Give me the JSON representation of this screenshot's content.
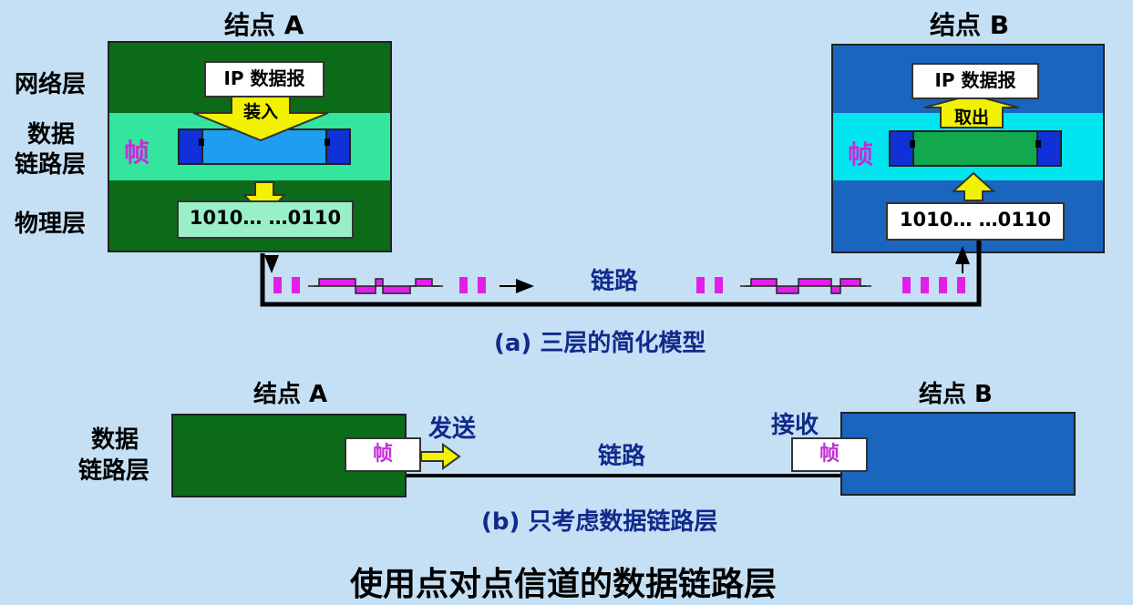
{
  "top_diagram": {
    "node_a": {
      "title": "结点 A",
      "ip_packet": "IP 数据报",
      "encapsulate": "装入",
      "frame": "帧",
      "bits": "1010…  …0110"
    },
    "node_b": {
      "title": "结点 B",
      "ip_packet": "IP 数据报",
      "extract": "取出",
      "frame": "帧",
      "bits": "1010…  …0110"
    },
    "layers": {
      "network": "网络层",
      "datalink_1": "数据",
      "datalink_2": "链路层",
      "physical": "物理层"
    },
    "link": "链路",
    "caption": "(a) 三层的简化模型"
  },
  "bottom_diagram": {
    "node_a": "结点 A",
    "node_b": "结点 B",
    "layer_1": "数据",
    "layer_2": "链路层",
    "send": "发送",
    "receive": "接收",
    "frame_a": "帧",
    "frame_b": "帧",
    "link": "链路",
    "caption": "(b) 只考虑数据链路层"
  },
  "main_title": "使用点对点信道的数据链路层",
  "colors": {
    "background": "#c5e0f4",
    "node_a_green": "#0b6b18",
    "node_a_datalink": "#33e59d",
    "node_b_blue": "#1a66be",
    "node_b_datalink": "#00e5f0",
    "frame_magenta": "#c32ed6",
    "arrow_yellow": "#f2f200"
  }
}
